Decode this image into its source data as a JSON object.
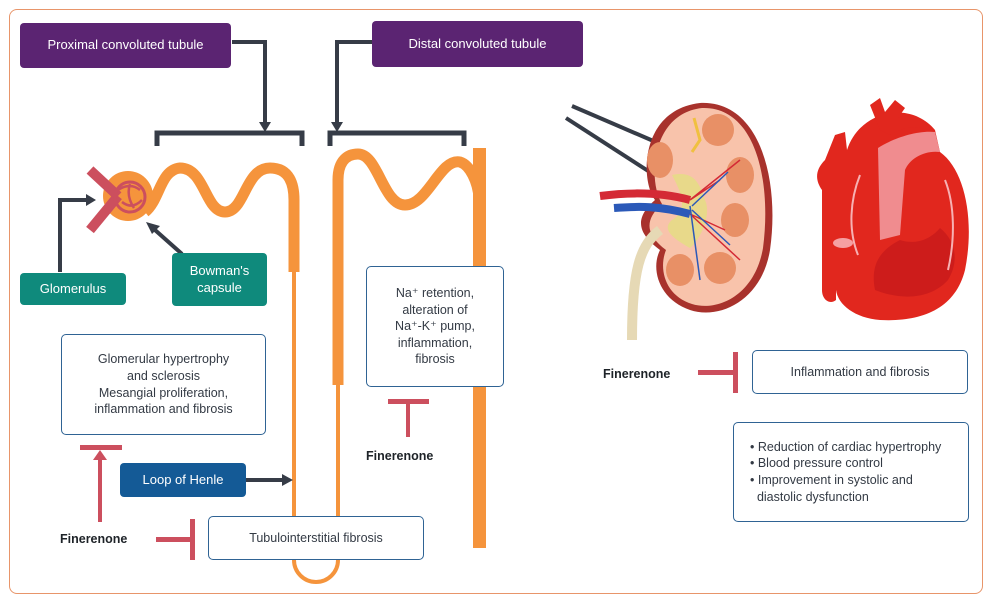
{
  "labels": {
    "proximal": "Proximal convoluted tubule",
    "distal": "Distal convoluted tubule",
    "glomerulus": "Glomerulus",
    "bowman_line1": "Bowman's",
    "bowman_line2": "capsule",
    "loop": "Loop of Henle"
  },
  "boxes": {
    "glomerular": [
      "Glomerular hypertrophy",
      "and sclerosis",
      "Mesangial proliferation,",
      "inflammation and fibrosis"
    ],
    "distal_effects": [
      "Na⁺ retention,",
      "alteration of",
      "Na⁺-K⁺ pump,",
      "inflammation,",
      "fibrosis"
    ],
    "tubulo": "Tubulointerstitial fibrosis",
    "kidney_heart": "Inflammation and fibrosis",
    "cardiac": [
      "• Reduction of cardiac hypertrophy",
      "• Blood pressure control",
      "• Improvement in systolic and",
      "  diastolic dysfunction"
    ]
  },
  "drug": {
    "name_glomerular": "Finerenone",
    "name_distal": "Finerenone",
    "name_organ": "Finerenone"
  },
  "colors": {
    "tubule": "#f5943c",
    "inhibit": "#cc4f5e",
    "arrow": "#363c47",
    "purple": "#5b2472",
    "teal": "#0f8a7c",
    "blue": "#145a96",
    "frame": "#e8956a"
  },
  "icons": [
    "kidney-illustration",
    "heart-illustration",
    "glomerulus-icon",
    "inhibition-icon",
    "arrow-icon"
  ]
}
